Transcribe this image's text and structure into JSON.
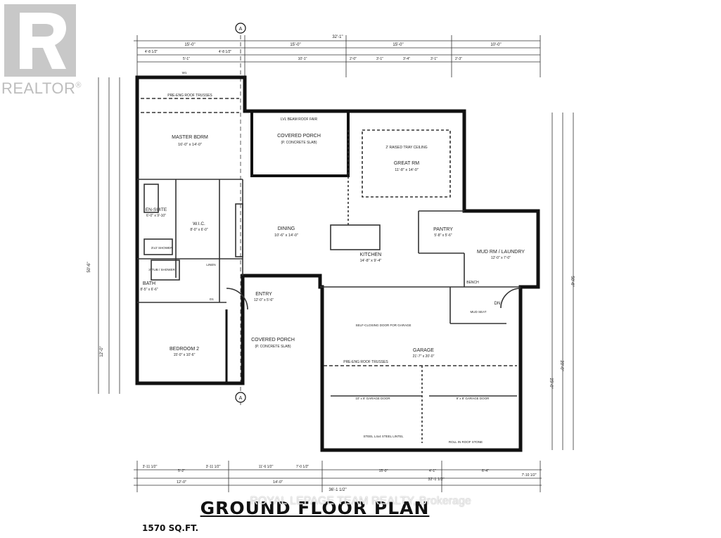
{
  "logo": {
    "name": "REALTOR",
    "mark": "®"
  },
  "plan": {
    "title": "GROUND FLOOR PLAN",
    "area": "1570 SQ.FT.",
    "watermark": "ROYAL LEPAGE TEAM REALTY, Brokerage",
    "section_tag": "A",
    "dimensions": {
      "overall_top": "32'-1\"",
      "overall_bottom": "36'-1 1/2\"",
      "top_segments": [
        "15'-0\"",
        "15'-0\"",
        "15'-0\"",
        "10'-0\""
      ],
      "top_sub": [
        "4'-8 1/2\"",
        "5'-1\"",
        "4'-8 1/2\"",
        "10'-1\"",
        "2'-0\"",
        "3'-1\"",
        "3'-4\"",
        "3'-1\"",
        "2'-3\""
      ],
      "bottom_segments": [
        "3'-11 1/2\"",
        "5'-2\"",
        "3'-11 1/2\"",
        "11'-6 1/2\"",
        "7'-0 1/2\"",
        "15'-0\"",
        "4'-1\"",
        "6'-4\"",
        "7'-10 1/2\""
      ],
      "bottom_totals": [
        "12'-0\"",
        "14'-0\"",
        "32'-1 1/2\""
      ],
      "right_side": [
        "50'-6\"",
        "20'-0\"",
        "25'-0\""
      ],
      "left_side": [
        "50'-6\"",
        "12'-0\""
      ]
    },
    "rooms": [
      {
        "name": "MASTER BDRM",
        "size": "16'-0\" x 14'-0\""
      },
      {
        "name": "COVERED PORCH",
        "note": "(P. CONCRETE SLAB)"
      },
      {
        "name": "GREAT RM",
        "size": "11'-8\" x 14'-0\""
      },
      {
        "name": "EN-SUITE",
        "size": "6'-0\" x 9'-10\""
      },
      {
        "name": "W.I.C.",
        "size": "8'-0\" x 6'-0\""
      },
      {
        "name": "DINING",
        "size": "10'-6\" x 14'-0\""
      },
      {
        "name": "KITCHEN",
        "size": "14'-8\" x 9'-4\""
      },
      {
        "name": "PANTRY",
        "size": "5'-8\" x 5'-6\""
      },
      {
        "name": "MUD RM / LAUNDRY",
        "size": "12'-0\" x 7'-0\""
      },
      {
        "name": "BATH",
        "size": "8'-5\" x 6'-6\""
      },
      {
        "name": "ENTRY",
        "size": "12'-0\" x 5'-6\""
      },
      {
        "name": "COVERED PORCH",
        "note": "(P. CONCRETE SLAB)"
      },
      {
        "name": "GARAGE",
        "size": "21'-7\" x 20'-0\""
      },
      {
        "name": "BEDROOM 2",
        "size": "15'-0\" x 10'-6\""
      }
    ],
    "notes": {
      "roof_trusses": "PRE-ENG ROOF TRUSSES",
      "tray_ceiling": "2' RAISED TRAY CEILING",
      "lvl_beam": "LVL BEAM ROOF FAIR",
      "bench": "BENCH",
      "stairs_dn": "DN",
      "mud_seat": "MUD SEAT",
      "garage_door_left": "10' x 8' GARAGE DOOR",
      "garage_door_right": "9' x 8' GARAGE DOOR",
      "self_closing": "SELF-CLOSING DOOR FOR GARAGE",
      "roll_roof": "ROLL IN ROOF STONE",
      "steel_lintel": "STEEL L4x4 STEEL LINTEL",
      "shower": "3'x3' SHOWER",
      "tub": "3' TUB / SHOWER",
      "linen": "LINEN",
      "window_w1": "W1",
      "door_d1": "D1"
    }
  }
}
